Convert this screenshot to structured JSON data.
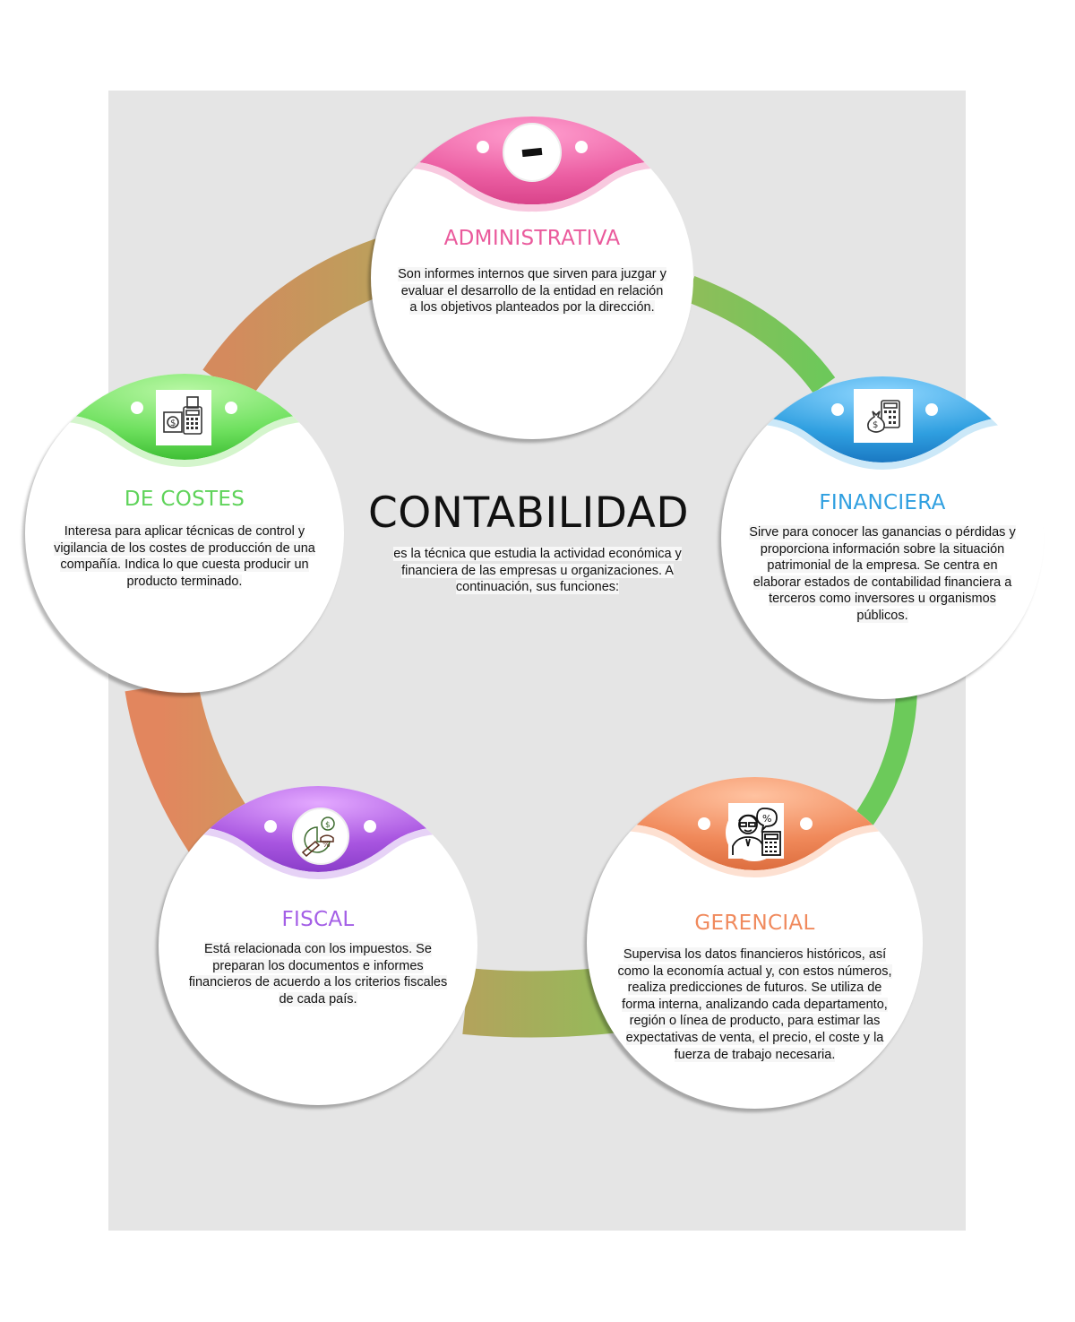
{
  "diagram": {
    "title": "CONTABILIDAD",
    "description": "es la técnica que estudia la actividad económica y financiera de las empresas u organizaciones. A continuación, sus funciones:",
    "frame_color": "#e5e5e5",
    "nodes": [
      {
        "id": "administrativa",
        "title": "ADMINISTRATIVA",
        "color": "#ea5a9c",
        "icon": "report-document-icon",
        "description": "Son informes internos que sirven para juzgar y evaluar el desarrollo de la entidad en relación a los objetivos planteados por la dirección."
      },
      {
        "id": "financiera",
        "title": "FINANCIERA",
        "color": "#2f9fe0",
        "icon": "money-bag-calculator-icon",
        "description": "Sirve para conocer las ganancias o pérdidas y proporciona información sobre la situación patrimonial de la empresa. Se centra en elaborar estados de contabilidad financiera a terceros como inversores u organismos públicos."
      },
      {
        "id": "gerencial",
        "title": "GERENCIAL",
        "color": "#f08a5d",
        "icon": "accountant-calculator-icon",
        "description": "Supervisa los datos financieros históricos, así como la economía actual y, con estos números, realiza predicciones de futuros. Se utiliza de forma interna, analizando cada departamento, región o línea de producto, para estimar las expectativas de venta, el precio, el coste y la fuerza de trabajo necesaria."
      },
      {
        "id": "fiscal",
        "title": "FISCAL",
        "color": "#a855e0",
        "icon": "tax-pie-chart-icon",
        "description": "Está relacionada con los impuestos. Se preparan los documentos e informes financieros de acuerdo a los criterios fiscales de cada país."
      },
      {
        "id": "de-costes",
        "title": "DE COSTES",
        "color": "#5fd35a",
        "icon": "cash-register-money-icon",
        "description": "Interesa para aplicar técnicas de control y vigilancia de los costes de producción de una compañía. Indica lo que cuesta producir un producto terminado."
      }
    ],
    "ring_segments": [
      {
        "from": "de-costes",
        "to": "administrativa",
        "colors": [
          "#d18a5c",
          "#c19a5c"
        ]
      },
      {
        "from": "administrativa",
        "to": "financiera",
        "colors": [
          "#8cbe5a",
          "#6cc65a"
        ]
      },
      {
        "from": "financiera",
        "to": "gerencial",
        "colors": [
          "#6ccb5a",
          "#6ccb5a"
        ]
      },
      {
        "from": "gerencial",
        "to": "fiscal",
        "colors": [
          "#9cb85a",
          "#b0a35c"
        ]
      },
      {
        "from": "fiscal",
        "to": "de-costes",
        "colors": [
          "#e0885e",
          "#d8905e"
        ]
      }
    ]
  }
}
